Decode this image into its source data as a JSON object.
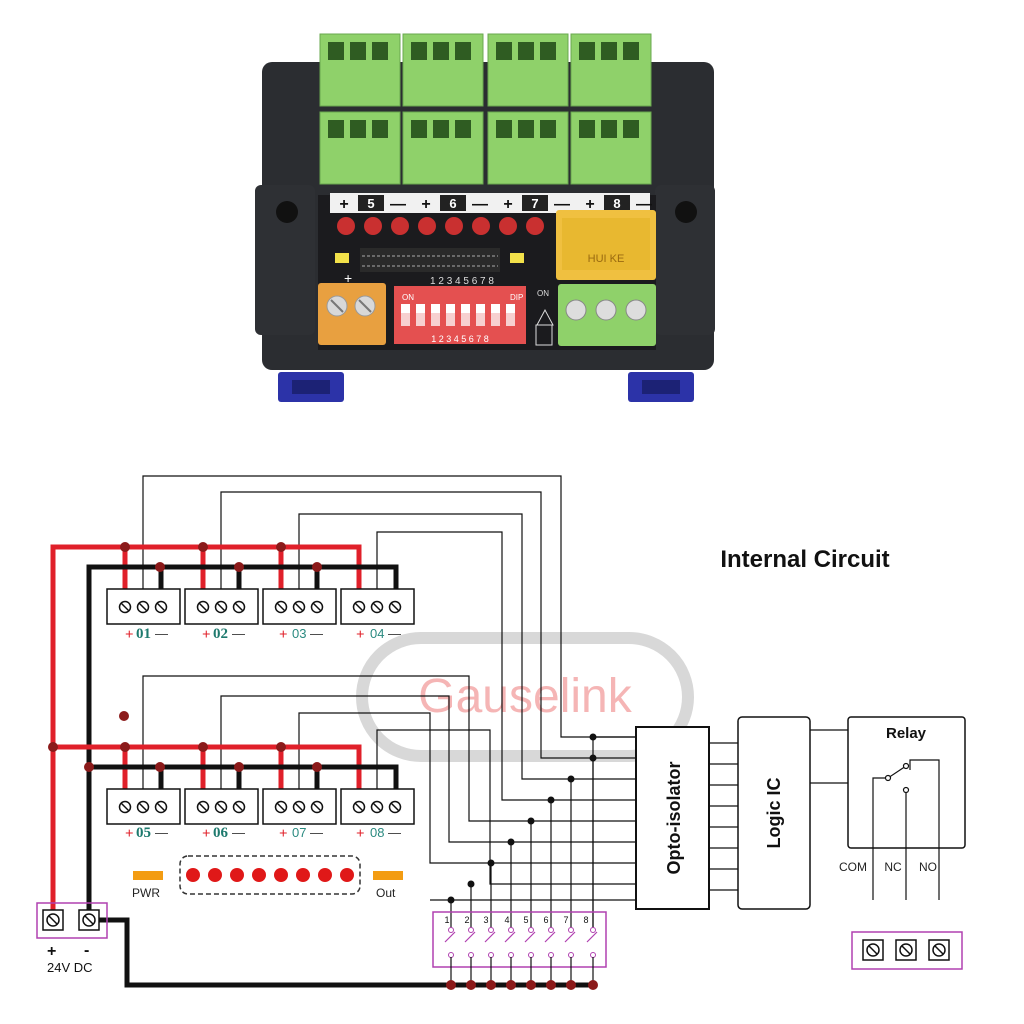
{
  "title": "Internal Circuit",
  "watermark": "Gauselink",
  "photo": {
    "channel_labels": [
      "5",
      "6",
      "7",
      "8"
    ],
    "dip_top_text": "1 2 3 4 5 6 7 8",
    "dip_bottom_text": "1 2 3 4 5 6 7 8",
    "dip_on": "ON",
    "dip_word": "DIP",
    "side_on": "ON",
    "relay_text": "HUI KE"
  },
  "terminals_row1": [
    {
      "plus": "+",
      "num": "01",
      "minus": "—"
    },
    {
      "plus": "+",
      "num": "02",
      "minus": "—"
    },
    {
      "plus": "+",
      "num": "03",
      "minus": "—"
    },
    {
      "plus": "+",
      "num": "04",
      "minus": "—"
    }
  ],
  "terminals_row2": [
    {
      "plus": "+",
      "num": "05",
      "minus": "—"
    },
    {
      "plus": "+",
      "num": "06",
      "minus": "—"
    },
    {
      "plus": "+",
      "num": "07",
      "minus": "—"
    },
    {
      "plus": "+",
      "num": "08",
      "minus": "—"
    }
  ],
  "indicators": {
    "pwr": "PWR",
    "out": "Out"
  },
  "power_terminal": {
    "plus": "+",
    "minus": "-",
    "label": "24V DC"
  },
  "dip_numbers": [
    "1",
    "2",
    "3",
    "4",
    "5",
    "6",
    "7",
    "8"
  ],
  "blocks": {
    "opto": "Opto-isolator",
    "logic": "Logic IC",
    "relay": "Relay"
  },
  "relay_terms": {
    "com": "COM",
    "nc": "NC",
    "no": "NO"
  },
  "colors": {
    "red_wire": "#e0202a",
    "black_wire": "#111111",
    "terminal_box": "#b040b0",
    "dot": "#8b1a1a",
    "led": "#e01818",
    "indicator": "#f39c12",
    "pcb_green": "#8fd16a",
    "watermark": "#f5b5b5"
  }
}
